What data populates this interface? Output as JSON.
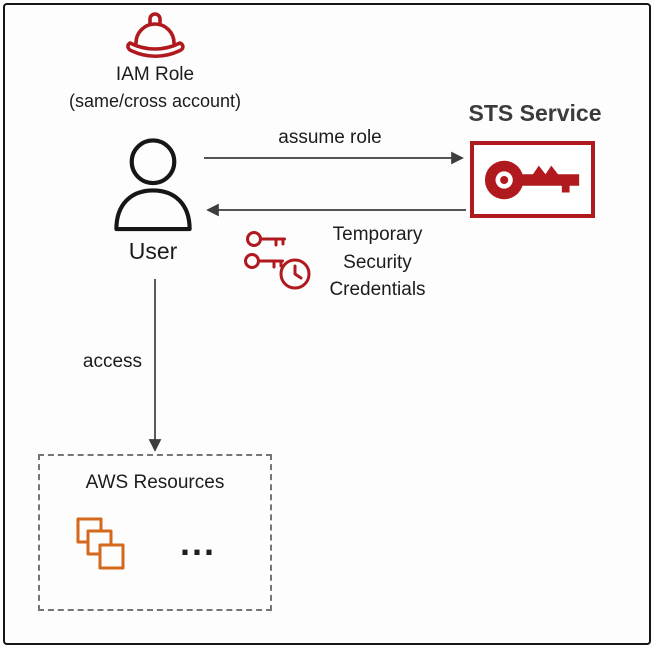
{
  "colors": {
    "red": "#B0191E",
    "orange": "#D4691B",
    "text": "#1C1C1C",
    "sts_title": "#3B3B3B",
    "arrow": "#3D3D3D"
  },
  "nodes": {
    "iam_role": {
      "icon": "hard-hat-icon",
      "label": "IAM Role",
      "sublabel": "(same/cross account)"
    },
    "user": {
      "icon": "user-icon",
      "label": "User"
    },
    "sts": {
      "icon": "key-icon",
      "title": "STS Service"
    },
    "aws_resources": {
      "icon": "stacked-squares-icon",
      "label": "AWS Resources",
      "more": "..."
    }
  },
  "edges": {
    "assume_role": {
      "label": "assume role"
    },
    "temporary_credentials": {
      "icon": "keys-clock-icon",
      "lines": [
        "Temporary",
        "Security",
        "Credentials"
      ]
    },
    "access": {
      "label": "access"
    }
  }
}
